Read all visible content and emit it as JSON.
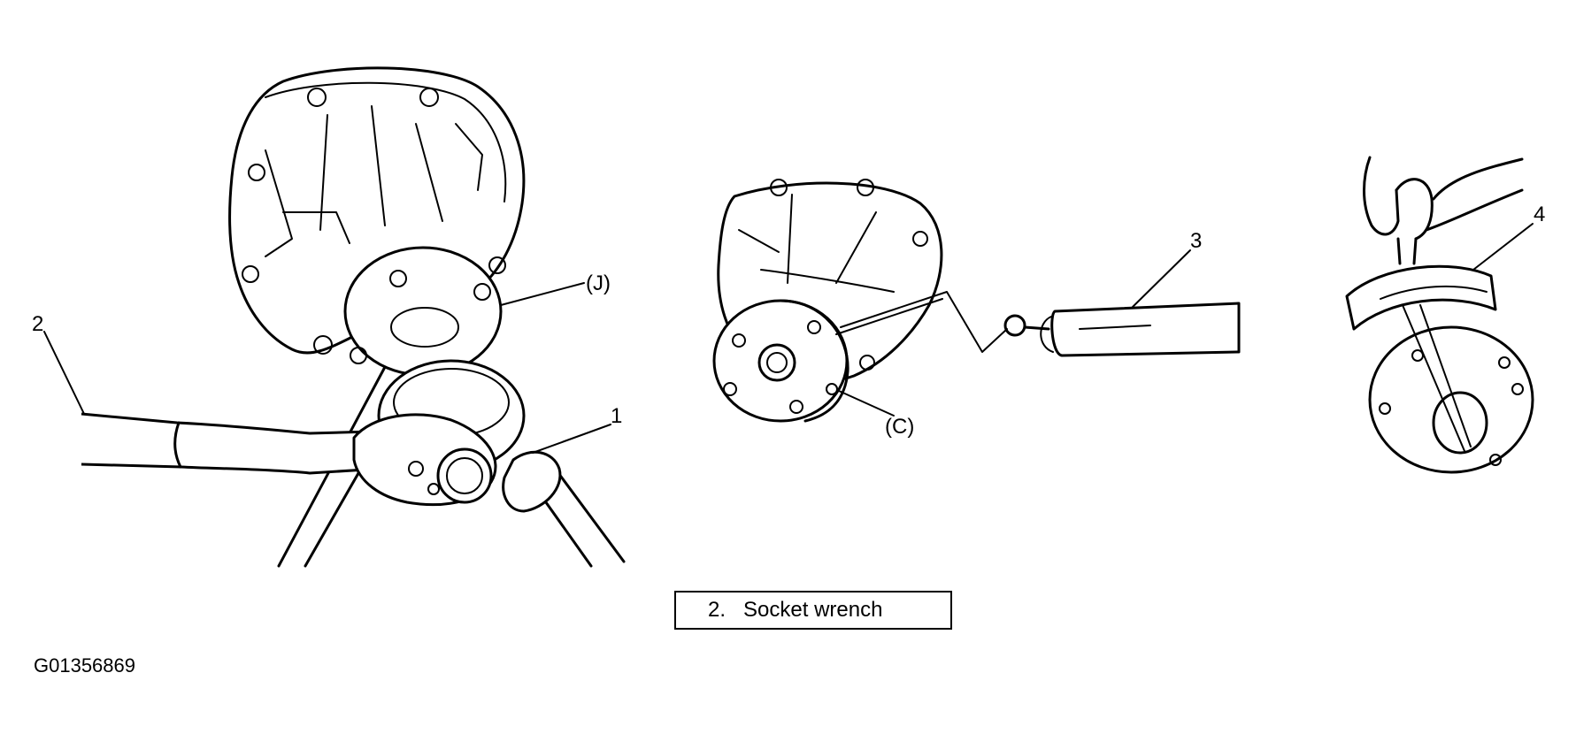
{
  "callouts": {
    "c1": "1",
    "c2": "2",
    "c3": "3",
    "c4": "4",
    "cJ": "(J)",
    "cC": "(C)"
  },
  "caption": {
    "number": "2.",
    "text": "Socket wrench"
  },
  "figure_id": "G01356869",
  "colors": {
    "ink": "#000000",
    "paper": "#ffffff"
  }
}
